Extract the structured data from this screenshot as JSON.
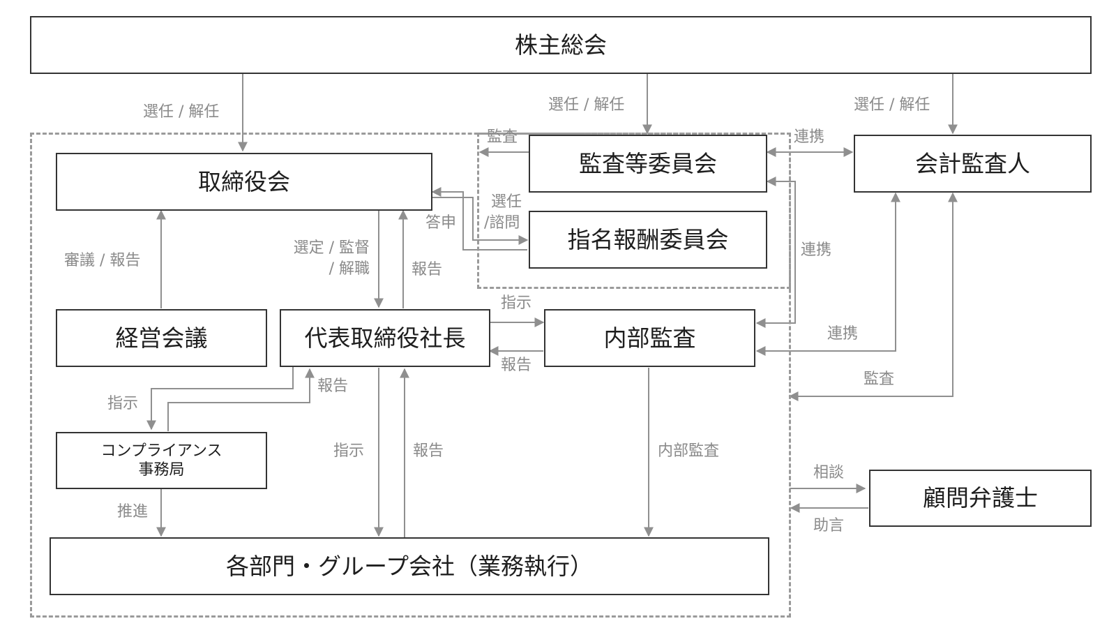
{
  "boxes": {
    "shareholders": "株主総会",
    "board": "取締役会",
    "audit_committee": "監査等委員会",
    "accounting_auditor": "会計監査人",
    "nomination_committee": "指名報酬委員会",
    "management_meeting": "経営会議",
    "president": "代表取締役社長",
    "internal_audit": "内部監査",
    "compliance_line1": "コンプライアンス",
    "compliance_line2": "事務局",
    "legal_advisor": "顧問弁護士",
    "departments": "各部門・グループ会社（業務執行）"
  },
  "labels": {
    "elect_dismiss_board": "選任 / 解任",
    "elect_dismiss_audit": "選任 / 解任",
    "elect_dismiss_accounting": "選任 / 解任",
    "audit_to_board": "監査",
    "coop_audit_accounting": "連携",
    "nominate_line1": "選任",
    "nominate_line2": "/諮問",
    "answer": "答申",
    "deliberate_report": "審議 / 報告",
    "select_supervise_line1": "選定 / 監督",
    "select_supervise_line2": "/ 解職",
    "report_president_board": "報告",
    "coop_audit_internal": "連携",
    "instruct_internal": "指示",
    "report_internal": "報告",
    "coop_internal_accounting": "連携",
    "audit_accounting_company": "監査",
    "instruct_compliance": "指示",
    "report_compliance": "報告",
    "instruct_departments": "指示",
    "report_departments": "報告",
    "internal_audit_departments": "内部監査",
    "promote": "推進",
    "consult": "相談",
    "advise": "助言"
  }
}
